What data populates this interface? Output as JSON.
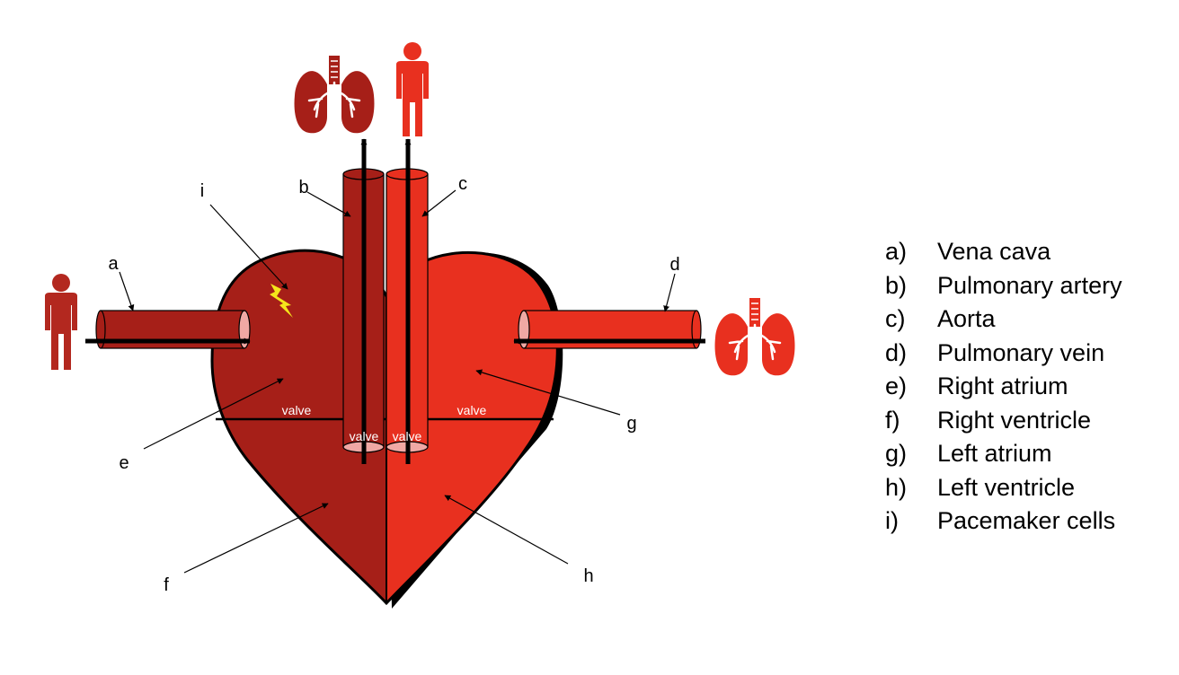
{
  "colors": {
    "dark_red": "#a61f18",
    "bright_red": "#e8301f",
    "outline": "#000000",
    "lightning": "#f5e51b"
  },
  "icons": [
    "person-icon",
    "lungs-icon",
    "lightning-icon"
  ],
  "labels": {
    "a": "a",
    "b": "b",
    "c": "c",
    "d": "d",
    "e": "e",
    "f": "f",
    "g": "g",
    "h": "h",
    "i": "i"
  },
  "valves": [
    "valve",
    "valve",
    "valve",
    "valve"
  ],
  "legend": [
    {
      "letter": "a)",
      "text": "Vena cava"
    },
    {
      "letter": "b)",
      "text": "Pulmonary artery"
    },
    {
      "letter": "c)",
      "text": "Aorta"
    },
    {
      "letter": "d)",
      "text": "Pulmonary vein"
    },
    {
      "letter": "e)",
      "text": "Right atrium"
    },
    {
      "letter": "f)",
      "text": "Right ventricle"
    },
    {
      "letter": "g)",
      "text": "Left atrium"
    },
    {
      "letter": "h)",
      "text": "Left ventricle"
    },
    {
      "letter": "i)",
      "text": "Pacemaker cells"
    }
  ]
}
